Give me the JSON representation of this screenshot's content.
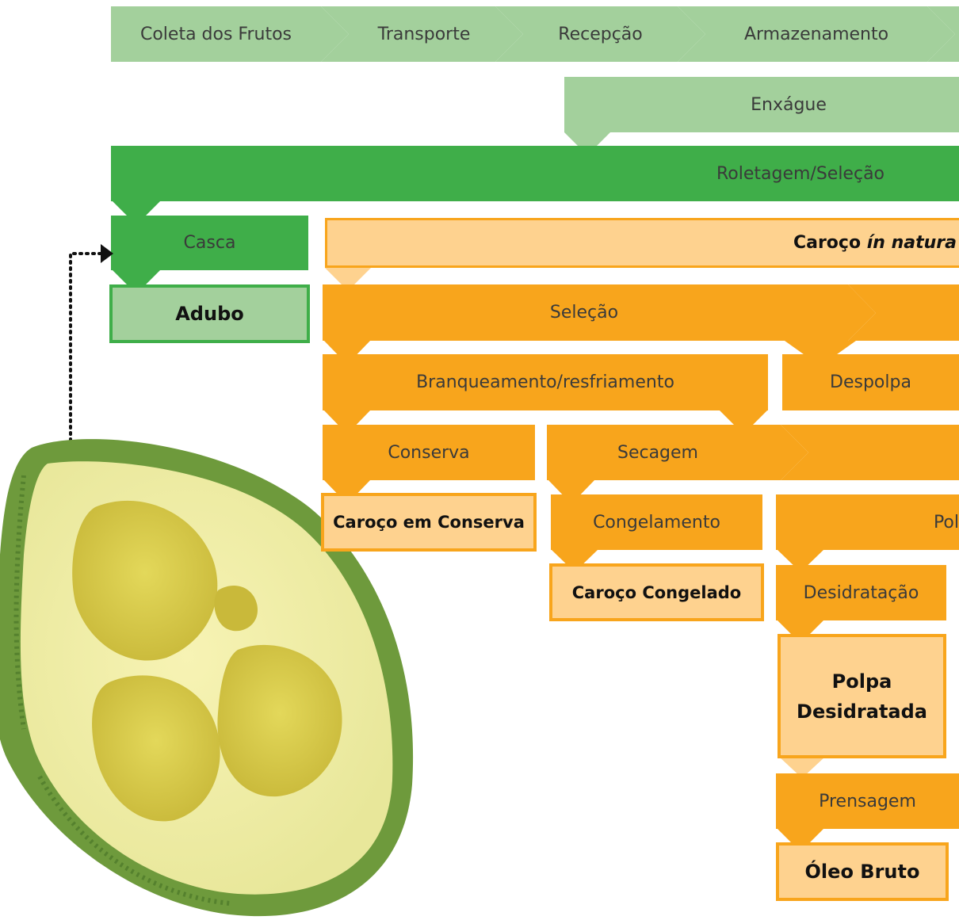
{
  "colors": {
    "light_green": "#a3d09c",
    "dark_green": "#3fae49",
    "orange": "#f8a51c",
    "light_orange": "#fed28f",
    "connector": "#111111"
  },
  "top_steps": [
    "Coleta dos Frutos",
    "Transporte",
    "Recepção",
    "Armazenamento"
  ],
  "rinse": "Enxágue",
  "roll_selection": "Roletagem/Seleção",
  "peel": "Casca",
  "fertilizer": "Adubo",
  "pit_raw": {
    "prefix": "Caroço ",
    "italic": "ín natura"
  },
  "selection": "Seleção",
  "blanching": "Branqueamento/resfriamento",
  "pulping": "Despolpa",
  "preserve": "Conserva",
  "drying": "Secagem",
  "preserved_pit": "Caroço em Conserva",
  "freezing": "Congelamento",
  "pulp_cut": "Pol",
  "frozen_pit": "Caroço Congelado",
  "dehydration": "Desidratação",
  "dehydrated_pulp": [
    "Polpa",
    "Desidratada"
  ],
  "pressing": "Prensagem",
  "crude_oil": "Óleo Bruto",
  "photo_label": "avocado-photo"
}
